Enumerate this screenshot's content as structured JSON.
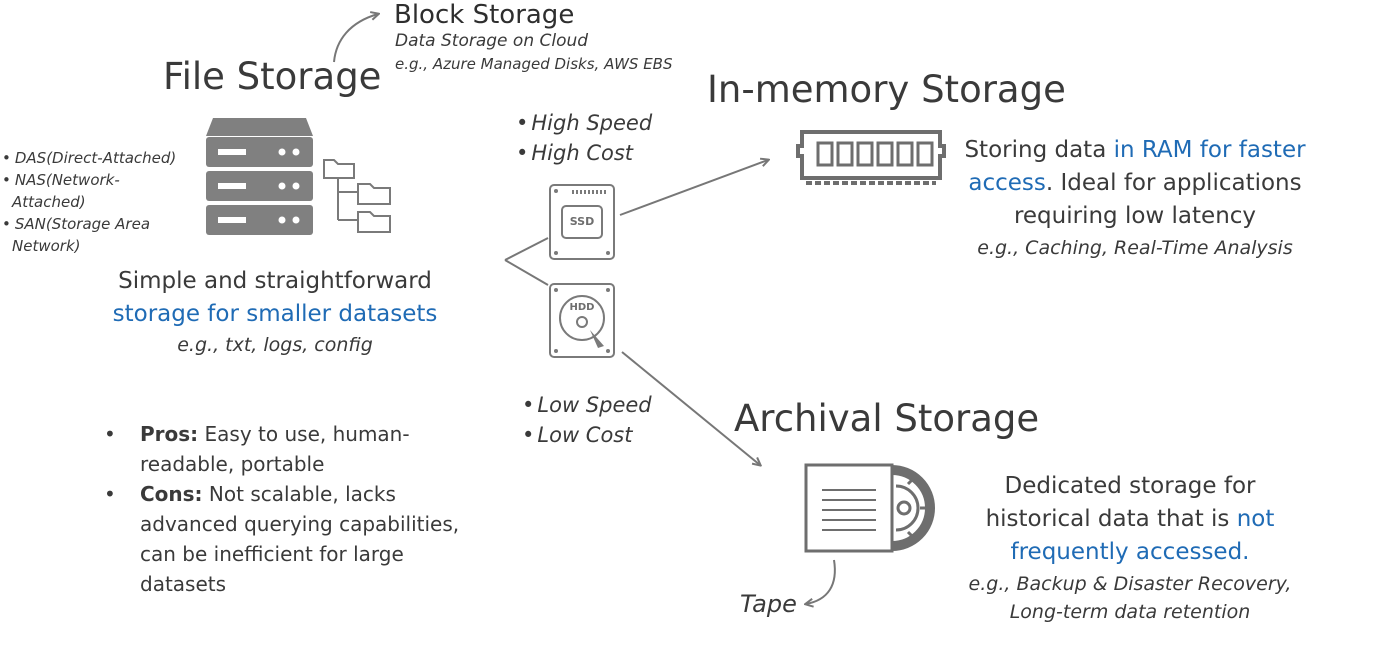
{
  "block_storage": {
    "title": "Block Storage",
    "subtitle": "Data Storage on Cloud",
    "example": "e.g., Azure Managed Disks, AWS EBS"
  },
  "file_storage": {
    "title": "File Storage",
    "types": [
      "DAS(Direct-Attached)",
      "NAS(Network-Attached)",
      "SAN(Storage Area Network)"
    ],
    "desc_plain": "Simple and straightforward",
    "desc_highlight": "storage for smaller datasets",
    "example": "e.g., txt, logs, config",
    "pros_label": "Pros:",
    "pros_text": " Easy to use, human-readable, portable",
    "cons_label": "Cons:",
    "cons_text": " Not scalable, lacks advanced querying capabilities, can be inefficient for large datasets"
  },
  "ssd": {
    "speed": [
      "High Speed",
      "High Cost"
    ],
    "label": "SSD"
  },
  "hdd": {
    "speed": [
      "Low Speed",
      "Low Cost"
    ],
    "label": "HDD"
  },
  "in_memory": {
    "title": "In-memory Storage",
    "desc_plain_1": "Storing data ",
    "desc_highlight": "in RAM for faster access",
    "desc_plain_2": ". Ideal for applications requiring low latency",
    "example": "e.g., Caching, Real-Time Analysis"
  },
  "archival": {
    "title": "Archival Storage",
    "desc_plain": "Dedicated storage for historical data that is ",
    "desc_highlight": "not frequently accessed.",
    "example_1": "e.g., Backup & Disaster Recovery,",
    "example_2": "Long-term data retention",
    "tape_label": "Tape"
  },
  "colors": {
    "text": "#3a3a3a",
    "highlight": "#1f6bb5",
    "icon": "#7a7a7a",
    "arrow": "#777777"
  }
}
